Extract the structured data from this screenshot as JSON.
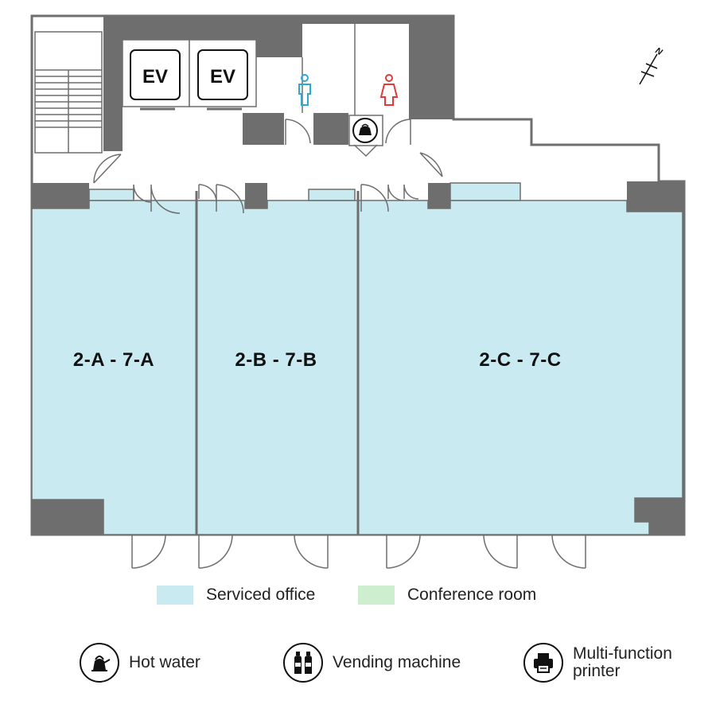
{
  "rooms": {
    "a": "2-A - 7-A",
    "b": "2-B - 7-B",
    "c": "2-C - 7-C"
  },
  "elevators": {
    "left": "EV",
    "right": "EV"
  },
  "compass": {
    "label": "N"
  },
  "legend": {
    "serviced": "Serviced office",
    "conference": "Conference room"
  },
  "amenities": {
    "hot_water": "Hot water",
    "vending": "Vending machine",
    "printer_line1": "Multi-function",
    "printer_line2": "printer"
  },
  "colors": {
    "serviced": "#c9eaf0",
    "conference": "#cdeecf",
    "wall": "#6e6e6e",
    "male": "#2aa8d8",
    "female": "#e03a3a"
  }
}
